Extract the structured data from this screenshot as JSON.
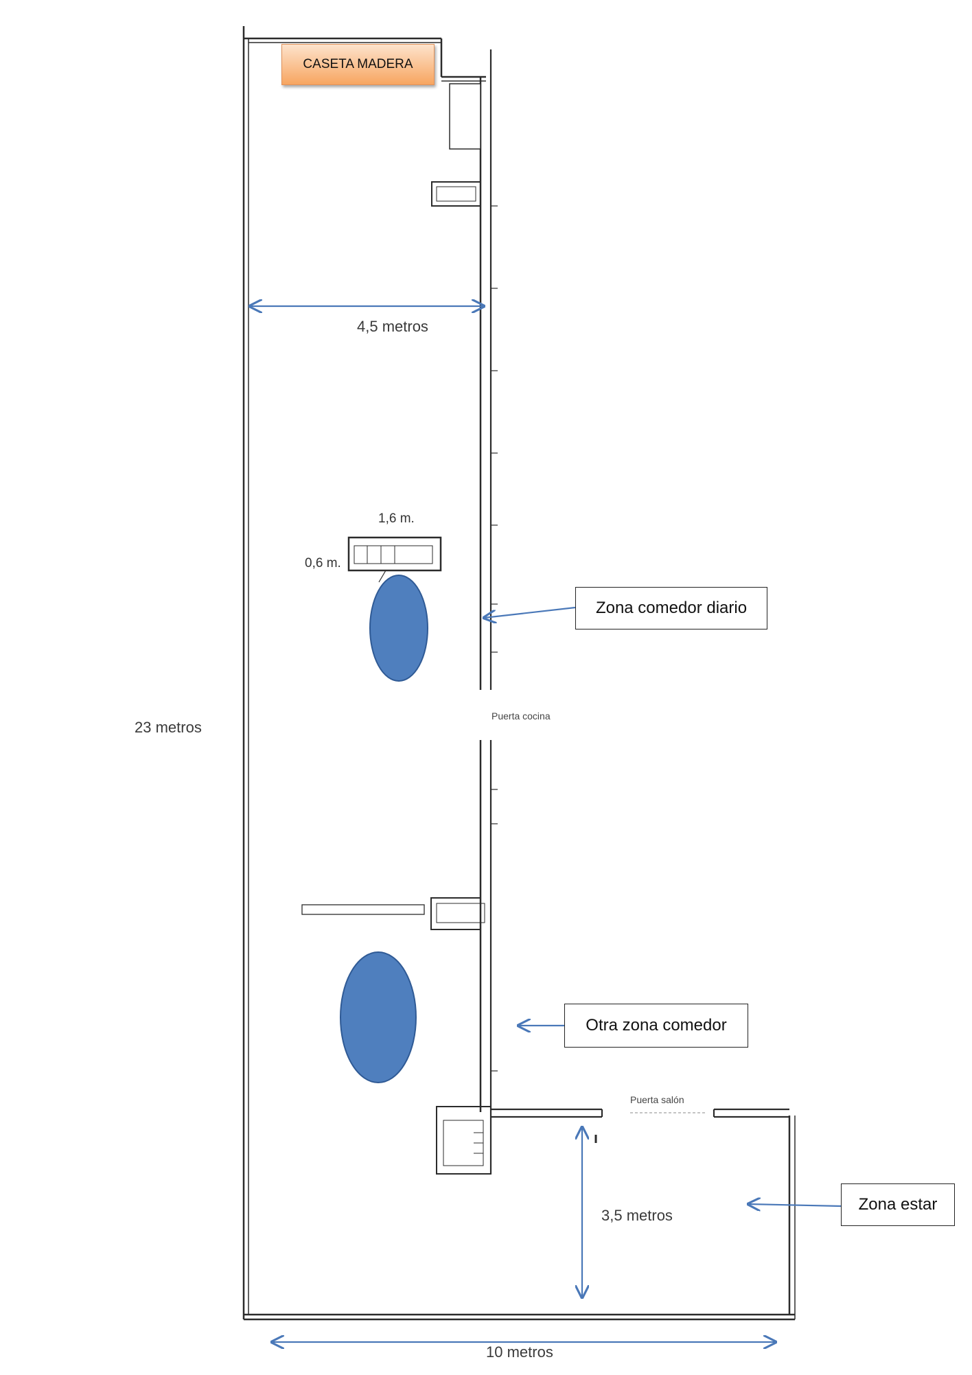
{
  "labels": {
    "caseta": "CASETA MADERA",
    "width_top": "4,5 metros",
    "table_len": "1,6 m.",
    "table_depth": "0,6 m.",
    "height": "23 metros",
    "door_kitchen": "Puerta cocina",
    "door_living": "Puerta salón",
    "width_living": "3,5 metros",
    "width_bottom": "10 metros"
  },
  "callouts": {
    "comedor_diario": "Zona comedor diario",
    "otra_comedor": "Otra zona comedor",
    "estar": "Zona estar"
  },
  "colors": {
    "wall": "#2b2b2b",
    "arrow": "#4a78b8",
    "ellipse": "#4f7fbe",
    "ellipse_border": "#2f5a95",
    "caseta_bg": "#f7a560"
  }
}
